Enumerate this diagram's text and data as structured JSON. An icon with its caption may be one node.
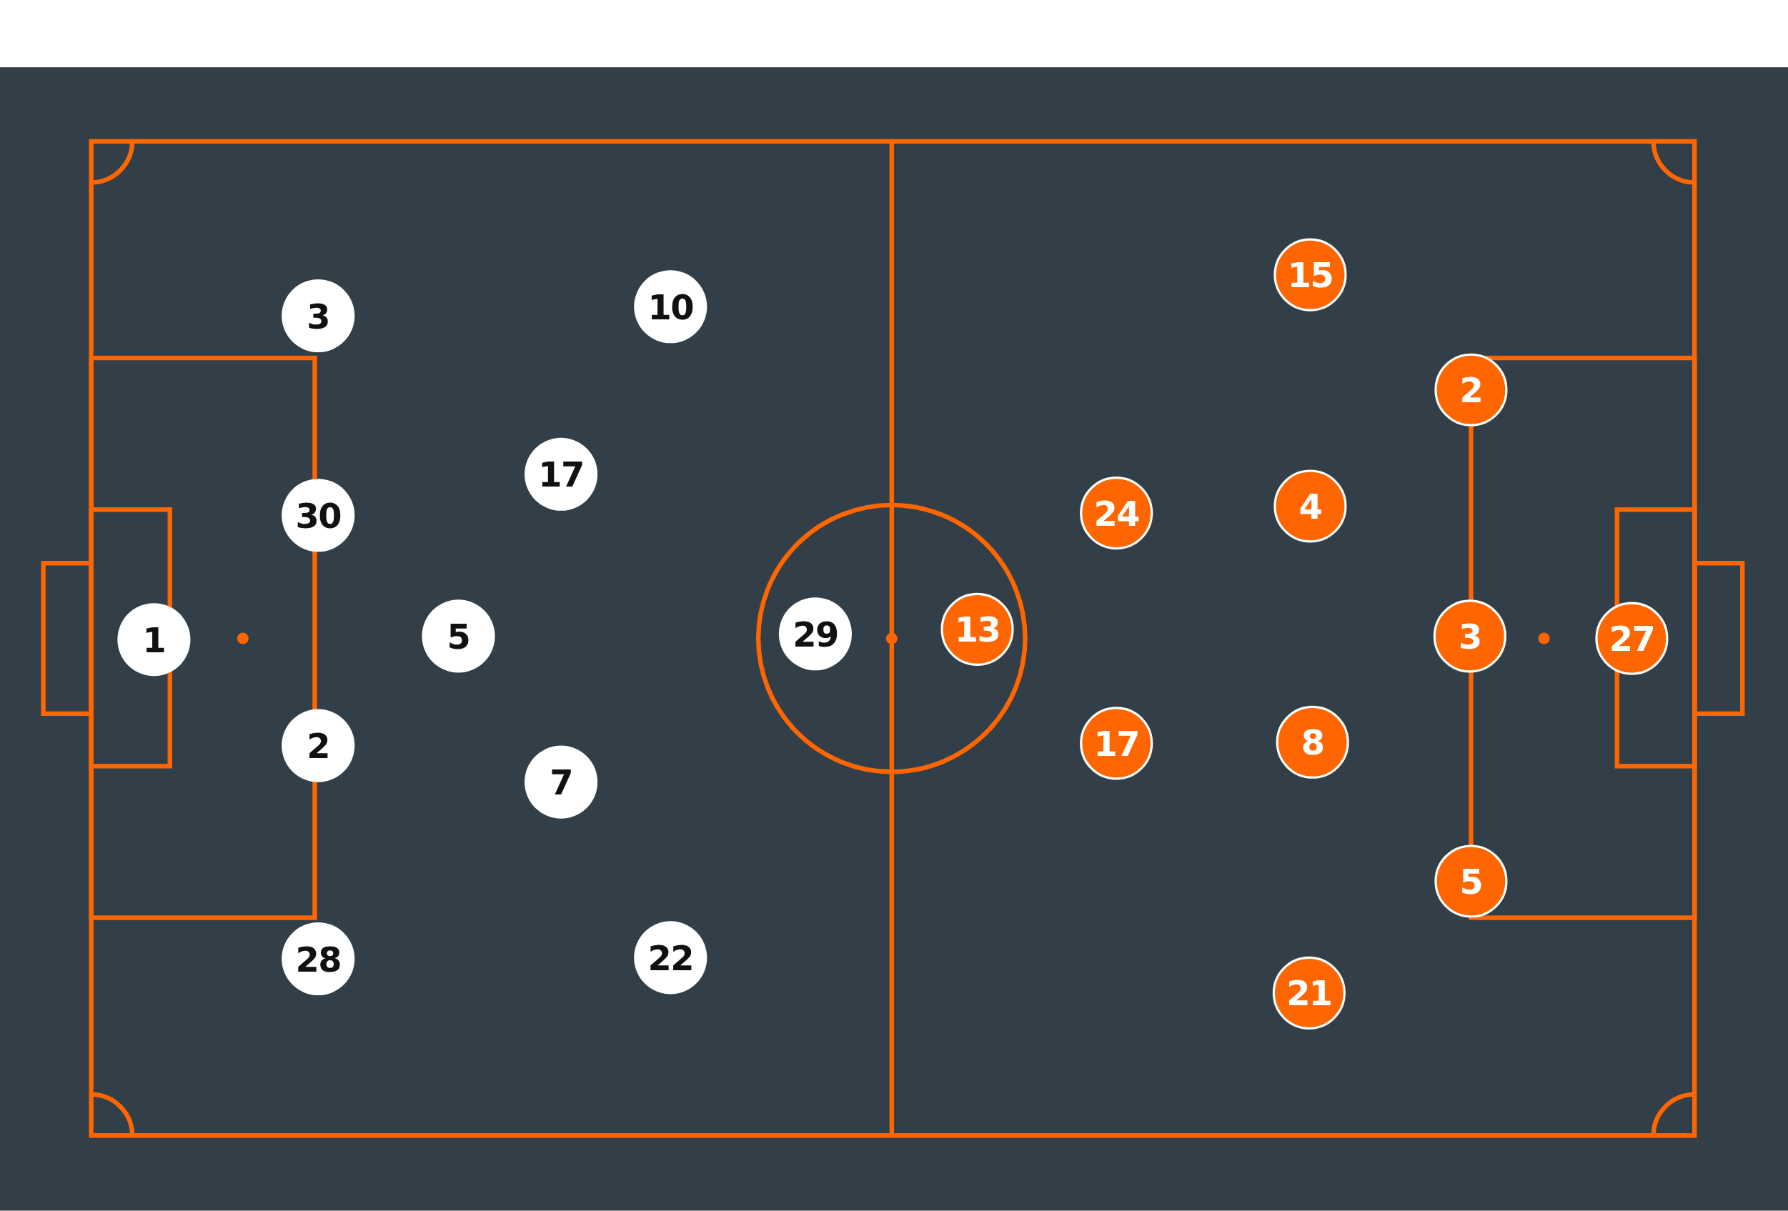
{
  "diagram": {
    "nodes": [
      {
        "text": [
          "3"
        ]
      },
      {
        "text": [
          "10"
        ]
      },
      {
        "text": [
          "17"
        ]
      },
      {
        "text": [
          "30"
        ]
      },
      {
        "text": [
          "1"
        ]
      },
      {
        "text": [
          "5"
        ]
      },
      {
        "text": [
          "29"
        ]
      },
      {
        "text": [
          "2"
        ]
      },
      {
        "text": [
          "7"
        ]
      },
      {
        "text": [
          "28"
        ]
      },
      {
        "text": [
          "22"
        ]
      },
      {
        "text": [
          "15"
        ]
      },
      {
        "text": [
          "2"
        ]
      },
      {
        "text": [
          "24"
        ]
      },
      {
        "text": [
          "4"
        ]
      },
      {
        "text": [
          "13"
        ]
      },
      {
        "text": [
          "3"
        ]
      },
      {
        "text": [
          "27"
        ]
      },
      {
        "text": [
          "17"
        ]
      },
      {
        "text": [
          "8"
        ]
      },
      {
        "text": [
          "5"
        ]
      },
      {
        "text": [
          "21"
        ]
      }
    ]
  }
}
